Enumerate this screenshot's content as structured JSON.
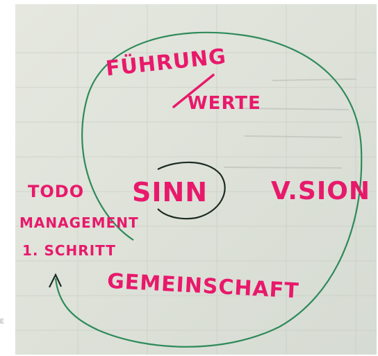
{
  "photo": {
    "paper_color": "#e2e5dc",
    "ink_pink": "#e8196b",
    "ink_green": "#2e8a5a",
    "ink_dark": "#1d2b24",
    "words": {
      "fuehrung": "FÜHRUNG",
      "werte": "WERTE",
      "sinn": "SINN",
      "vision": "V.SION",
      "todo": "TODO",
      "management": "MANAGEMENT",
      "schritt": "1. SCHRITT",
      "gemeinschaft": "GEMEINSCHAFT"
    }
  },
  "edge_mark": "E"
}
